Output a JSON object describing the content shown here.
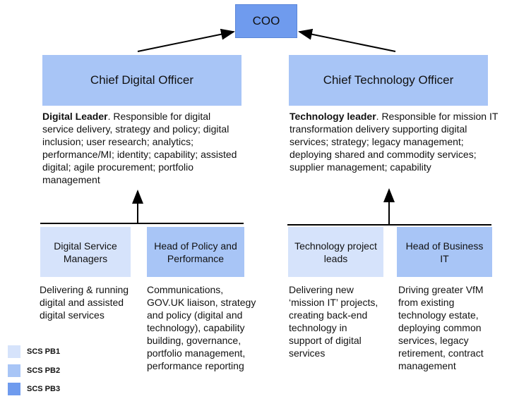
{
  "coo": "COO",
  "cdo": {
    "title": "Chief Digital Officer",
    "bold": "Digital Leader",
    "desc": ". Responsible for digital service delivery, strategy and policy; digital inclusion; user research; analytics; performance/MI; identity; capability; assisted digital; agile procurement; portfolio management"
  },
  "cto": {
    "title": "Chief Technology Officer",
    "bold": "Technology leader",
    "desc": ". Responsible for mission IT transformation delivery supporting digital services; strategy; legacy management; deploying shared and commodity services; supplier management; capability"
  },
  "subroles": [
    {
      "title": "Digital Service Managers",
      "desc": "Delivering & running digital and assisted digital services"
    },
    {
      "title": "Head of Policy and Performance",
      "desc": "Communications, GOV.UK liaison, strategy and policy (digital and technology), capability building, governance, portfolio management, performance reporting"
    },
    {
      "title": "Technology project leads",
      "desc": "Delivering new ‘mission IT’ projects, creating back-end technology in support of digital services"
    },
    {
      "title": "Head of Business IT",
      "desc": "Driving greater VfM from existing technology estate, deploying common services, legacy retirement, contract management"
    }
  ],
  "legend": [
    {
      "label": "SCS PB1",
      "color": "#d6e3fb"
    },
    {
      "label": "SCS PB2",
      "color": "#a8c5f6"
    },
    {
      "label": "SCS PB3",
      "color": "#6f9bee"
    }
  ]
}
